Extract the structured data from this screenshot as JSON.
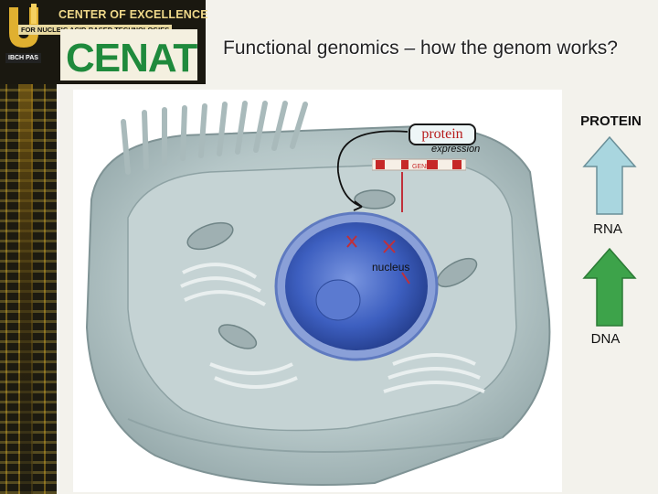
{
  "header": {
    "org_line1": "CENTER OF EXCELLENCE",
    "org_line2": "FOR NUCLEIC ACID-BASED TECHNOLOGIES",
    "institute": "IBCH PAS",
    "logo_text": "CENAT"
  },
  "slide": {
    "title": "Functional genomics – how the genom works?"
  },
  "diagram": {
    "protein_label": "protein",
    "expression_label": "expression",
    "gene_label": "GENE",
    "nucleus_label": "nucleus"
  },
  "flow": {
    "top": "PROTEIN",
    "middle": "RNA",
    "bottom": "DNA",
    "colors": {
      "top_arrow": "#9fd0d8",
      "bottom_arrow": "#3da34a",
      "gene_red": "#c62828"
    }
  }
}
